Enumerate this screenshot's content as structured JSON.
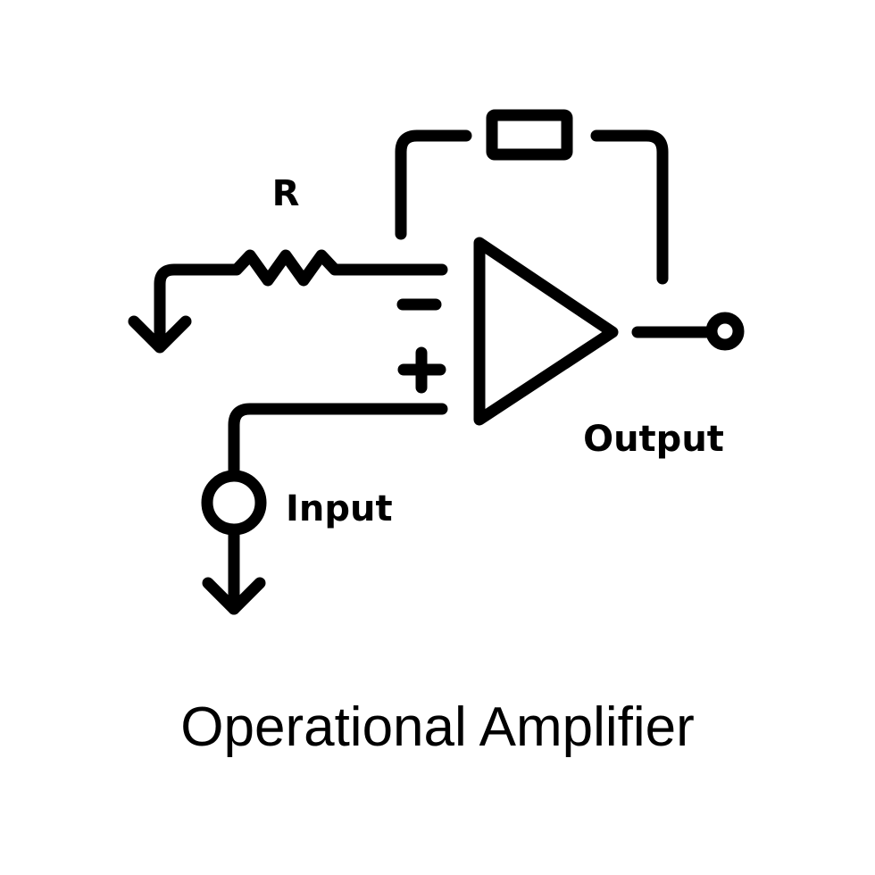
{
  "diagram": {
    "labels": {
      "resistor": "R",
      "output": "Output",
      "input": "Input",
      "minus": "−",
      "plus": "+"
    },
    "caption": "Operational Amplifier",
    "stroke_color": "#000000",
    "background_color": "#ffffff"
  }
}
